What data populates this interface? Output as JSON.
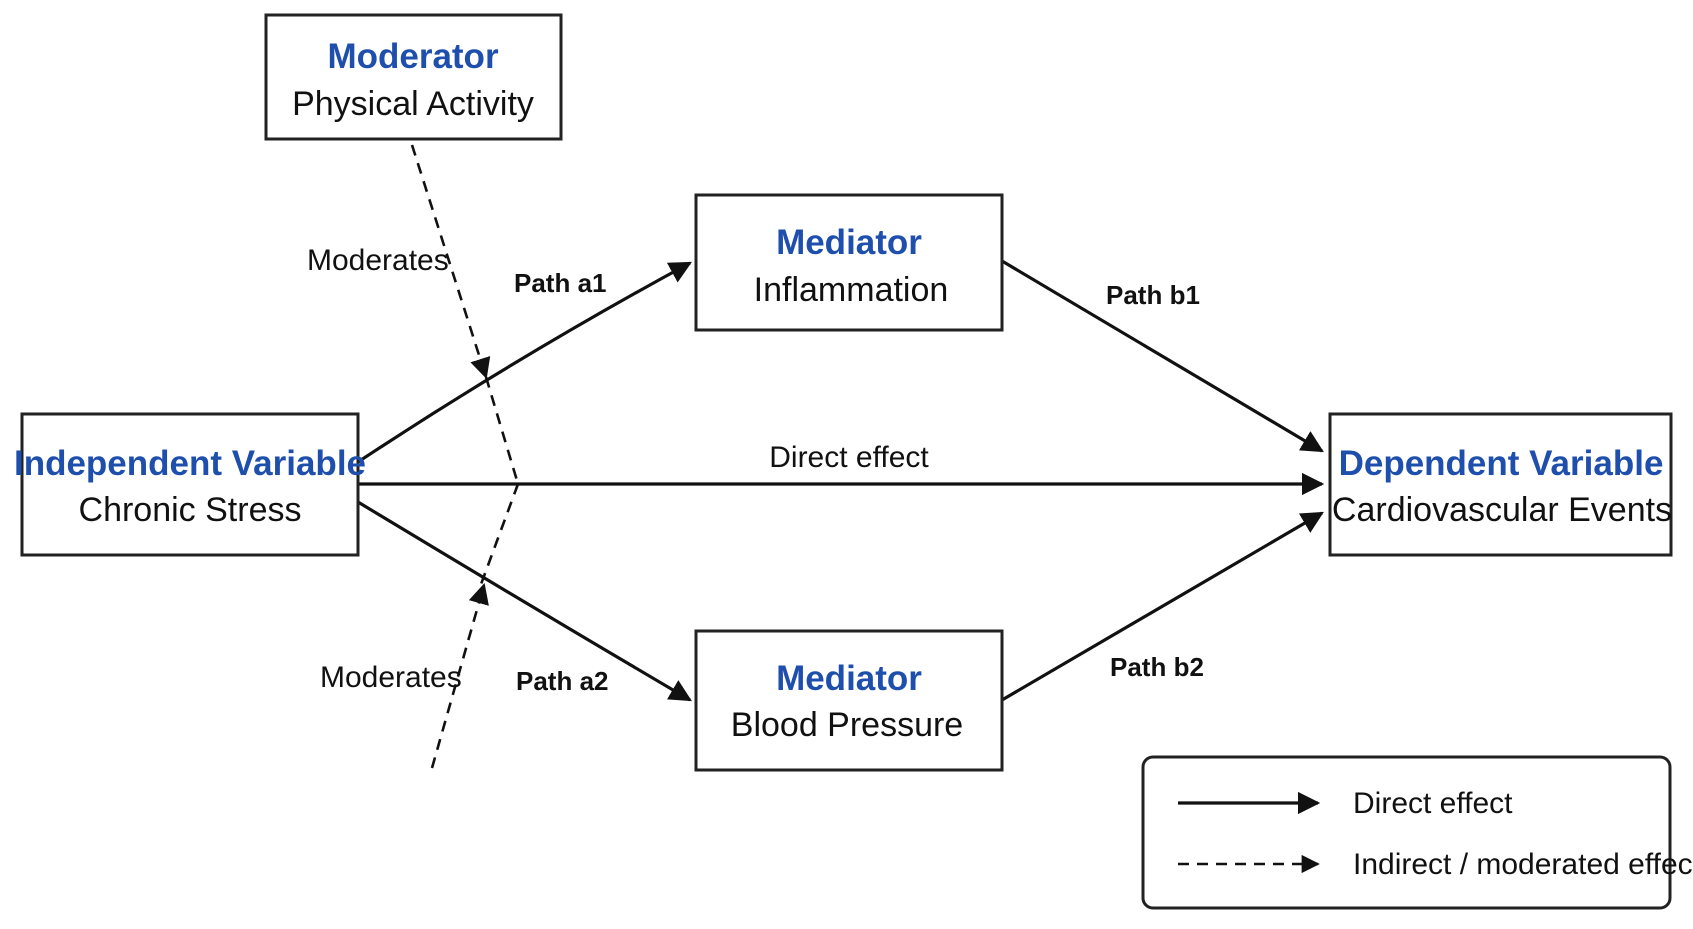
{
  "nodes": {
    "moderator": {
      "role": "Moderator",
      "name": "Physical Activity"
    },
    "independent": {
      "role": "Independent Variable",
      "name": "Chronic Stress"
    },
    "mediator_inflammation": {
      "role": "Mediator",
      "name": "Inflammation"
    },
    "mediator_bp": {
      "role": "Mediator",
      "name": "Blood Pressure"
    },
    "dependent": {
      "role": "Dependent Variable",
      "name": "Cardiovascular Events"
    }
  },
  "edges": {
    "path_a1": "Path a1",
    "path_a2": "Path a2",
    "path_b1": "Path b1",
    "path_b2": "Path b2",
    "direct": "Direct effect",
    "moderates_top": "Moderates",
    "moderates_bottom": "Moderates"
  },
  "legend": {
    "solid": "Direct effect",
    "dashed": "Indirect / moderated effect"
  },
  "colors": {
    "role_text": "#1f4fad",
    "line": "#111111"
  }
}
